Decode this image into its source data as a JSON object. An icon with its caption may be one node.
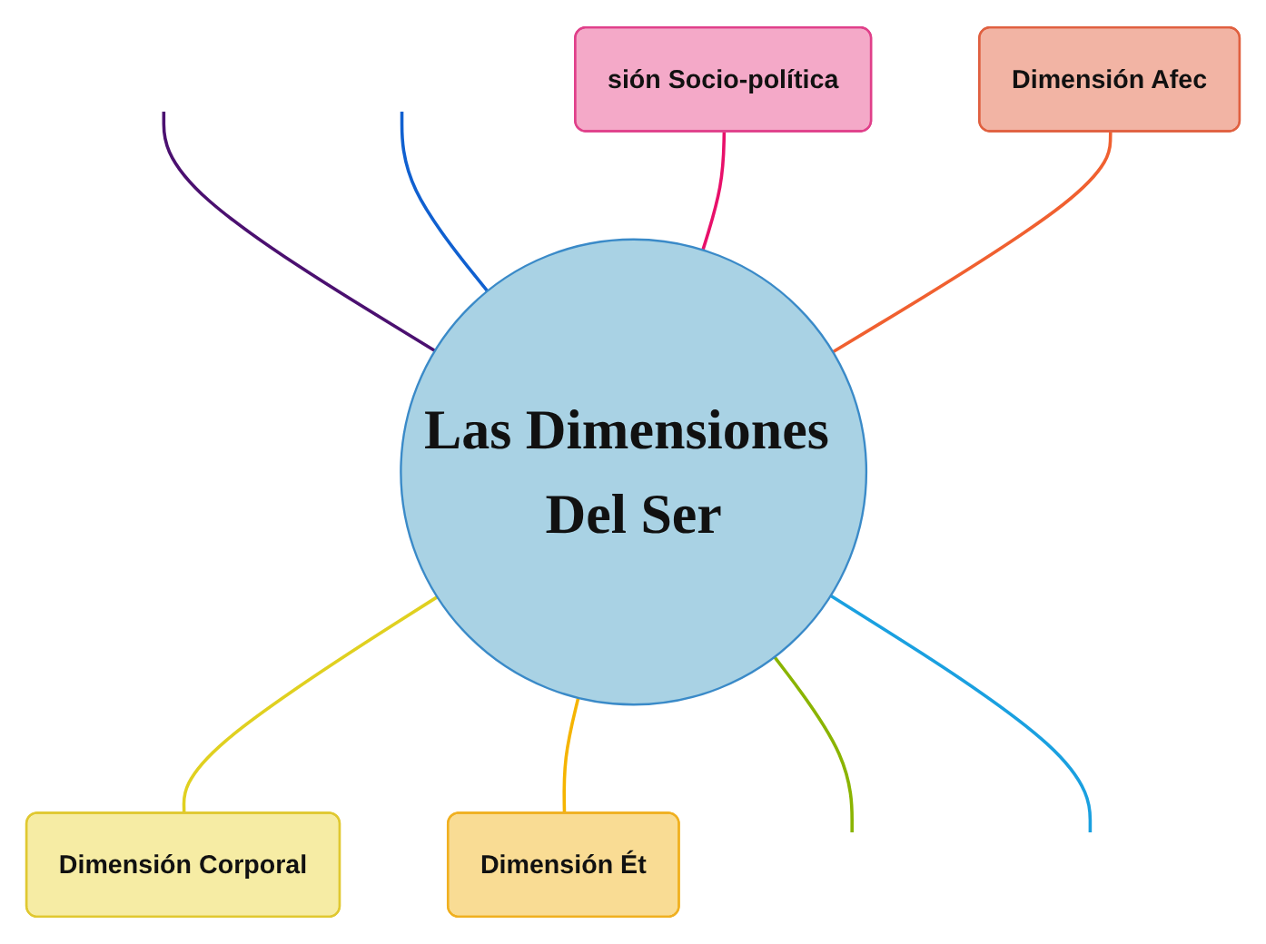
{
  "diagram": {
    "nodes": [
      {
        "text": [
          "sión Socio-política"
        ]
      },
      {
        "text": [
          "Dimensión Afec"
        ]
      },
      {
        "text": [
          "Las Dimensiones Del Ser"
        ]
      },
      {
        "text": [
          "Dimensión Corporal"
        ]
      },
      {
        "text": [
          "Dimensión Ét"
        ]
      }
    ],
    "edges": [
      {
        "from": 2,
        "to": null,
        "arrow": "none",
        "color": "#4b1070"
      },
      {
        "from": 2,
        "to": null,
        "arrow": "none",
        "color": "#1060d0"
      },
      {
        "from": 2,
        "to": 0,
        "arrow": "none",
        "color": "#e8106a"
      },
      {
        "from": 2,
        "to": 1,
        "arrow": "none",
        "color": "#f06030"
      },
      {
        "from": 2,
        "to": 3,
        "arrow": "none",
        "color": "#e0d020"
      },
      {
        "from": 2,
        "to": 4,
        "arrow": "none",
        "color": "#f5b400"
      },
      {
        "from": 2,
        "to": null,
        "arrow": "none",
        "color": "#8ab400"
      },
      {
        "from": 2,
        "to": null,
        "arrow": "none",
        "color": "#1aa0e0"
      }
    ]
  }
}
